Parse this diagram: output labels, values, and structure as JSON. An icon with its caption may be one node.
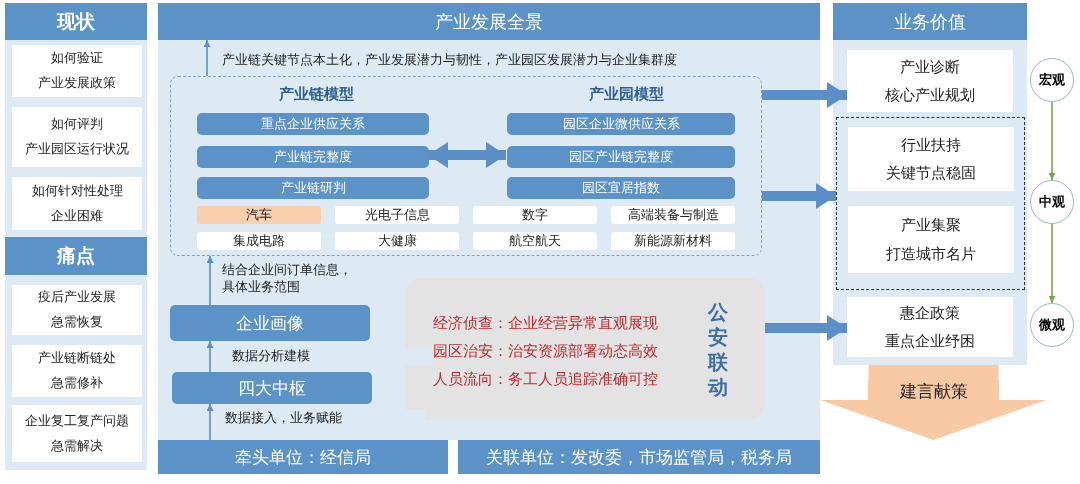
{
  "diagram": {
    "nodes": [
      {
        "text": [
          "现状"
        ]
      },
      {
        "text": [
          "如何验证",
          "产业发展政策"
        ]
      },
      {
        "text": [
          "如何评判",
          "产业园区运行状况"
        ]
      },
      {
        "text": [
          "如何针对性处理",
          "企业困难"
        ]
      },
      {
        "text": [
          "痛点"
        ]
      },
      {
        "text": [
          "疫后产业发展",
          "急需恢复"
        ]
      },
      {
        "text": [
          "产业链断链处",
          "急需修补"
        ]
      },
      {
        "text": [
          "企业复工复产问题",
          "急需解决"
        ]
      },
      {
        "text": [],
        "shape": "box"
      },
      {
        "text": [
          "产业链模型",
          "产业园模型"
        ],
        "in": 8
      },
      {
        "text": [
          "重点企业供应关系"
        ],
        "in": 9
      },
      {
        "text": [
          "产业链完整度"
        ],
        "in": 9
      },
      {
        "text": [
          "产业链研判"
        ],
        "in": 9
      },
      {
        "text": [
          "园区企业微供应关系"
        ],
        "in": 9
      },
      {
        "text": [
          "园区产业链完整度"
        ],
        "in": 9
      },
      {
        "text": [
          "园区宜居指数"
        ],
        "in": 9
      },
      {
        "text": [
          "汽车"
        ],
        "in": 9
      },
      {
        "text": [
          "光电子信息"
        ],
        "in": 9
      },
      {
        "text": [
          "数字"
        ],
        "in": 9
      },
      {
        "text": [
          "高端装备与制造"
        ],
        "in": 9
      },
      {
        "text": [
          "集成电路"
        ],
        "in": 9
      },
      {
        "text": [
          "大健康"
        ],
        "in": 9
      },
      {
        "text": [
          "航空航天"
        ],
        "in": 9
      },
      {
        "text": [
          "新能源新材料"
        ],
        "in": 9
      },
      {
        "text": [
          "企业画像"
        ],
        "in": 8
      },
      {
        "text": [
          "四大中枢"
        ],
        "in": 8
      },
      {
        "text": [
          "经济侦查：企业经营异常直观展现",
          "园区治安：治安资源部署动态高效",
          "人员流向：务工人员追踪准确可控",
          "公安联动"
        ],
        "in": 8
      },
      {
        "text": [
          "牵头单位：经信局"
        ]
      },
      {
        "text": [
          "关联单位：发改委，市场监管局，税务局"
        ]
      },
      {
        "text": [],
        "shape": "box"
      },
      {
        "text": [
          "产业诊断",
          "核心产业规划"
        ],
        "in": 29
      },
      {
        "text": [],
        "shape": "box",
        "in": 29
      },
      {
        "text": [
          "行业扶持",
          "关键节点稳固"
        ],
        "in": 31
      },
      {
        "text": [
          "产业集聚",
          "打造城市名片"
        ],
        "in": 31
      },
      {
        "text": [
          "惠企政策",
          "重点企业纾困"
        ],
        "in": 29
      },
      {
        "text": [
          "宏观"
        ]
      },
      {
        "text": [
          "中观"
        ]
      },
      {
        "text": [
          "微观"
        ]
      },
      {
        "text": [
          "产业发展全景"
        ],
        "in": 8
      },
      {
        "text": [
          "业务价值"
        ],
        "in": 29
      }
    ],
    "edges": [
      {
        "from": 9,
        "to": 30,
        "arrow": "to",
        "style": "thick"
      },
      {
        "from": 9,
        "to": 31,
        "arrow": "to",
        "style": "thick"
      },
      {
        "from": 26,
        "to": 34,
        "arrow": "to",
        "style": "thick"
      },
      {
        "from": 11,
        "to": 14,
        "arrow": "both",
        "style": "thick"
      },
      {
        "from": 35,
        "to": 36,
        "arrow": "to",
        "color": "#7aa84f"
      },
      {
        "from": 36,
        "to": 37,
        "arrow": "to",
        "color": "#7aa84f"
      },
      {
        "from": 27,
        "to": 25,
        "arrow": "to",
        "label": "数据接入，业务赋能"
      },
      {
        "from": 25,
        "to": 24,
        "arrow": "to",
        "label": "数据分析建模"
      },
      {
        "from": 24,
        "to": 9,
        "arrow": "to",
        "label": "结合企业间订单信息，具体业务范围"
      },
      {
        "from": 9,
        "to": 38,
        "arrow": "to",
        "label": "产业链关键节点本土化，产业发展潜力与韧性，产业园区发展潜力与企业集群度"
      },
      {
        "from": 29,
        "to": 28,
        "arrow": "to",
        "label": "建言献策",
        "style": "thick",
        "color": "#f9c9a4"
      }
    ]
  }
}
